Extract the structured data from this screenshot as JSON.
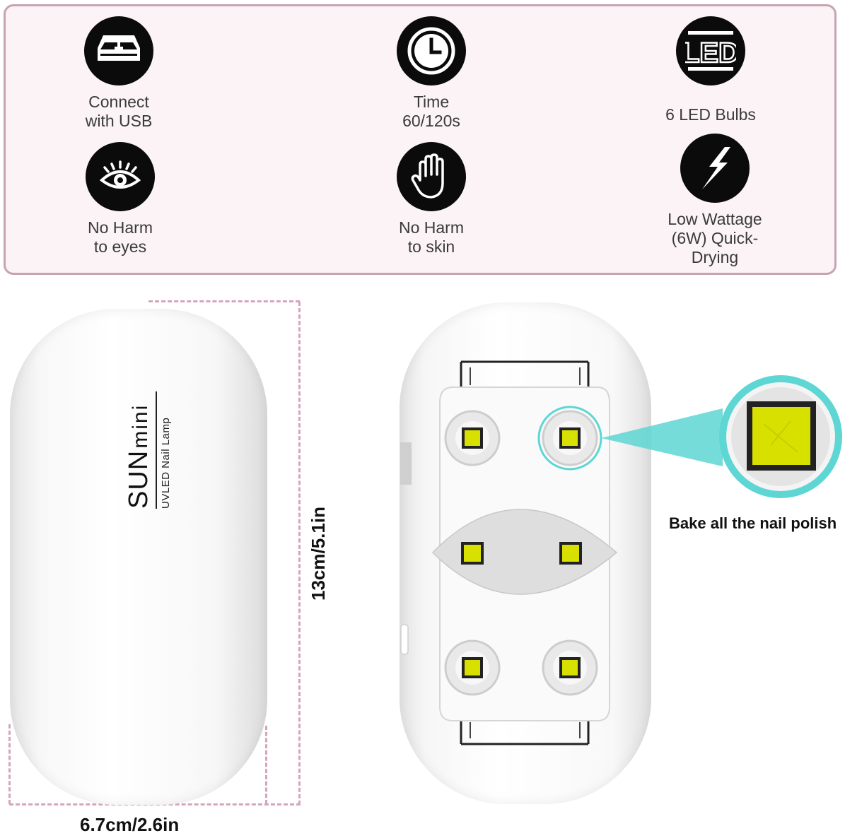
{
  "features": [
    {
      "id": "usb",
      "icon": "usb-icon",
      "label": "Connect\nwith USB"
    },
    {
      "id": "time",
      "icon": "clock-icon",
      "label": "Time\n60/120s"
    },
    {
      "id": "led",
      "icon": "led-icon",
      "label": "6 LED Bulbs"
    },
    {
      "id": "eyes",
      "icon": "eye-icon",
      "label": "No Harm\nto eyes"
    },
    {
      "id": "skin",
      "icon": "hand-icon",
      "label": "No Harm\nto skin"
    },
    {
      "id": "power",
      "icon": "lightning-icon",
      "label": "Low Wattage\n(6W) Quick-\nDrying"
    }
  ],
  "led_icon_text": "LED",
  "brand": {
    "name_main": "SUN",
    "name_sub": "mini",
    "subtitle": "UVLED Nail Lamp"
  },
  "dimensions": {
    "height": "13cm/5.1in",
    "width": "6.7cm/2.6in"
  },
  "callout": "Bake all the nail polish",
  "colors": {
    "accent_teal": "#5ed6d4",
    "led_yellow": "#d8e000",
    "panel_border": "#c7a3b4",
    "dash": "#d4a5be"
  }
}
